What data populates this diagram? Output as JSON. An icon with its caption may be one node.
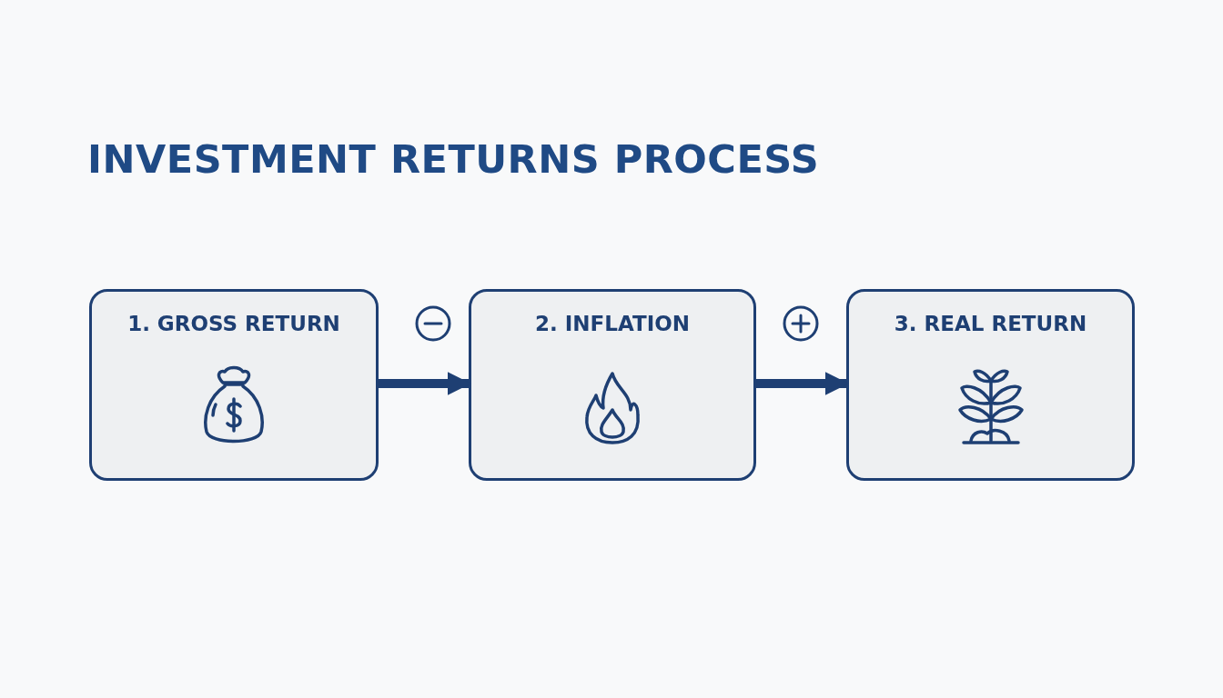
{
  "diagram": {
    "title": "INVESTMENT RETURNS PROCESS",
    "nodes": [
      {
        "text": [
          "1. GROSS RETURN"
        ]
      },
      {
        "text": [
          "2. INFLATION"
        ]
      },
      {
        "text": [
          "3. REAL RETURN"
        ]
      }
    ],
    "edges": [
      {
        "from": 0,
        "to": 1,
        "arrow": "to"
      },
      {
        "from": 1,
        "to": 2,
        "arrow": "to"
      }
    ]
  }
}
